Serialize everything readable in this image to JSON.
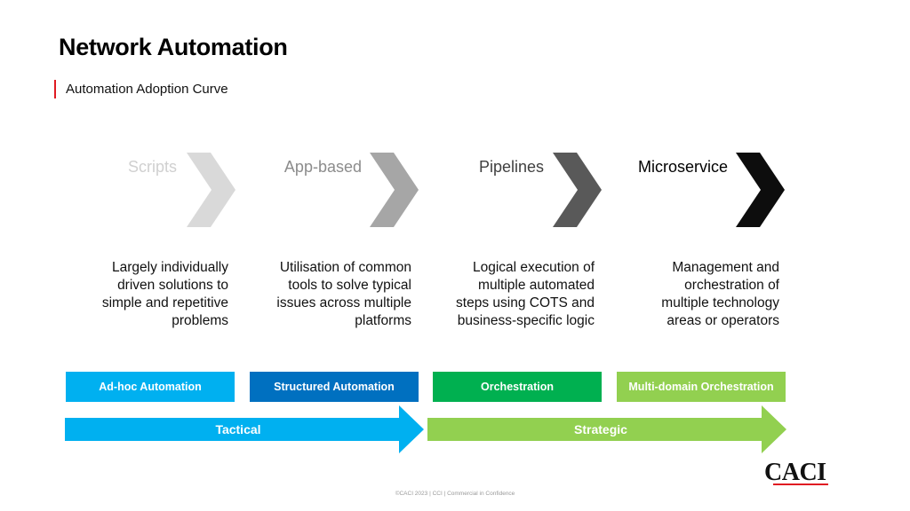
{
  "title": "Network Automation",
  "subtitle": "Automation Adoption Curve",
  "stages": [
    {
      "label": "Scripts",
      "color": "#d9d9d9",
      "label_color": "#d0d0d0",
      "description": [
        "Largely individually",
        "driven solutions to",
        "simple and repetitive",
        "problems"
      ]
    },
    {
      "label": "App-based",
      "color": "#a6a6a6",
      "label_color": "#8c8c8c",
      "description": [
        "Utilisation of common",
        "tools to solve typical",
        "issues across multiple",
        "platforms"
      ]
    },
    {
      "label": "Pipelines",
      "color": "#595959",
      "label_color": "#404040",
      "description": [
        "Logical execution of",
        "multiple automated",
        "steps using COTS and",
        "business-specific logic"
      ]
    },
    {
      "label": "Microservice",
      "color": "#0d0d0d",
      "label_color": "#000000",
      "description": [
        "Management and",
        "orchestration of",
        "multiple technology",
        "areas or operators"
      ]
    }
  ],
  "categories": [
    {
      "label": "Ad-hoc Automation",
      "color": "#00b0f0"
    },
    {
      "label": "Structured Automation",
      "color": "#0070c0"
    },
    {
      "label": "Orchestration",
      "color": "#00b050"
    },
    {
      "label": "Multi-domain Orchestration",
      "color": "#92d050"
    }
  ],
  "phases": [
    {
      "label": "Tactical",
      "color": "#00b0f0"
    },
    {
      "label": "Strategic",
      "color": "#92d050"
    }
  ],
  "logo": "CACI",
  "footer": "©CACI 2023 | CCI | Commercial in Confidence"
}
